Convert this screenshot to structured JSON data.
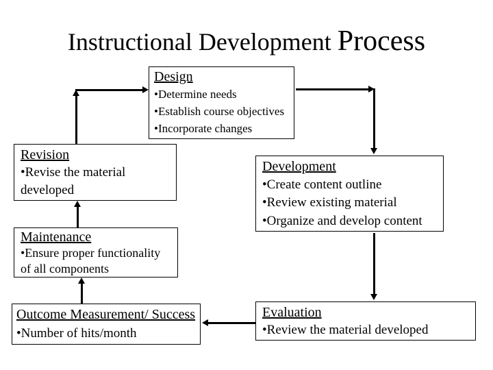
{
  "slide": {
    "title": {
      "main": "Instructional Development",
      "emphasis": "Process"
    }
  },
  "colors": {
    "background": "#ffffff",
    "text": "#000000",
    "line": "#000000"
  },
  "boxes": {
    "design": {
      "title": "Design",
      "bullets": [
        "•Determine needs",
        "•Establish course objectives",
        "•Incorporate changes"
      ]
    },
    "revision": {
      "title": "Revision",
      "bullets": [
        "•Revise the material\ndeveloped"
      ]
    },
    "development": {
      "title": "Development",
      "bullets": [
        "•Create content outline",
        "•Review existing material",
        "•Organize and develop content"
      ]
    },
    "maintenance": {
      "title": "Maintenance",
      "bullets": [
        "•Ensure proper functionality\nof all components"
      ]
    },
    "outcome": {
      "title": "Outcome Measurement/ Success",
      "bullets": [
        "•Number of hits/month"
      ]
    },
    "evaluation": {
      "title": "Evaluation",
      "bullets": [
        "•Review the material developed"
      ]
    }
  },
  "connections": [
    {
      "from": "revision",
      "to": "design"
    },
    {
      "from": "design",
      "to": "development"
    },
    {
      "from": "development",
      "to": "evaluation"
    },
    {
      "from": "evaluation",
      "to": "outcome"
    },
    {
      "from": "outcome",
      "to": "maintenance"
    },
    {
      "from": "maintenance",
      "to": "revision"
    }
  ]
}
